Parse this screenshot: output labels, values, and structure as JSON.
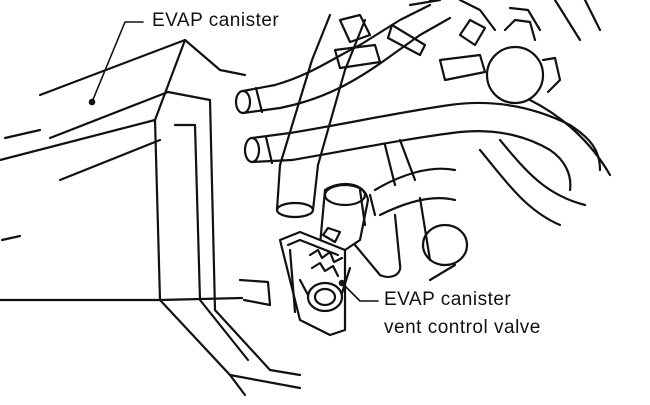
{
  "callouts": {
    "canister": "EVAP canister",
    "valve_line1": "EVAP canister",
    "valve_line2": "vent control valve"
  },
  "colors": {
    "line": "#111111",
    "background": "#ffffff"
  }
}
